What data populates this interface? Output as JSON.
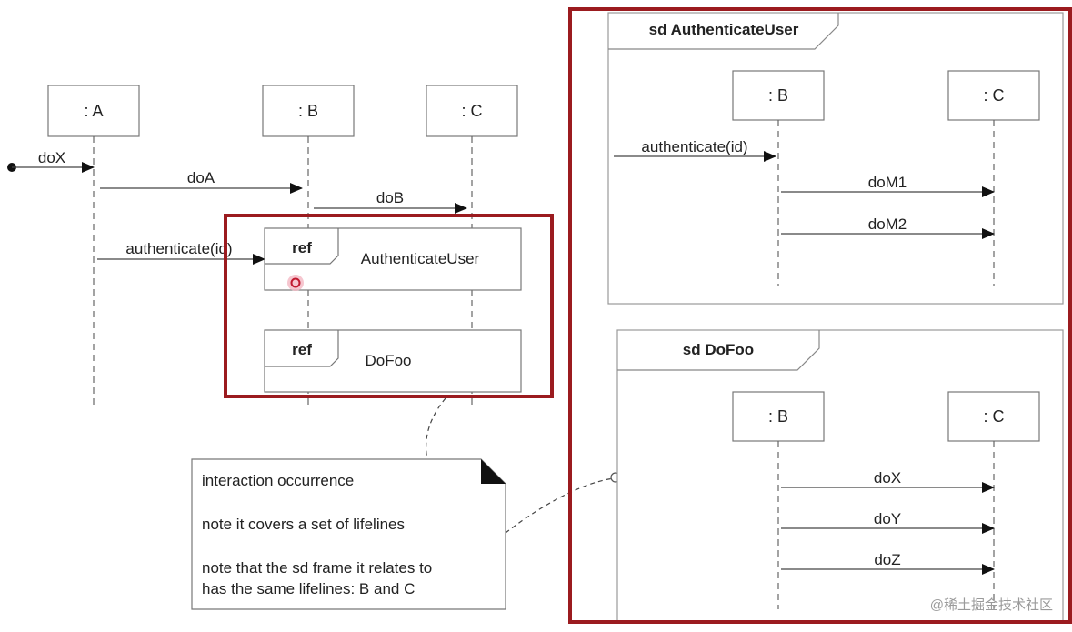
{
  "main_diagram": {
    "lifelines": [
      ": A",
      ": B",
      ": C"
    ],
    "messages": [
      {
        "label": "doX"
      },
      {
        "label": "doA"
      },
      {
        "label": "doB"
      },
      {
        "label": "authenticate(id)"
      }
    ],
    "refs": [
      {
        "tag": "ref",
        "name": "AuthenticateUser"
      },
      {
        "tag": "ref",
        "name": "DoFoo"
      }
    ]
  },
  "note": {
    "lines": [
      "interaction occurrence",
      "note it covers a set of lifelines",
      "note that the sd frame it relates to",
      "has the same lifelines: B and C"
    ]
  },
  "sd_authenticate": {
    "title": "sd AuthenticateUser",
    "lifelines": [
      ": B",
      ": C"
    ],
    "messages": [
      "authenticate(id)",
      "doM1",
      "doM2"
    ]
  },
  "sd_dofoo": {
    "title": "sd DoFoo",
    "lifelines": [
      ": B",
      ": C"
    ],
    "messages": [
      "doX",
      "doY",
      "doZ"
    ]
  },
  "watermark": "@稀土掘金技术社区",
  "colors": {
    "highlight": "#9b1b1f",
    "line": "#555555",
    "box": "#666666"
  }
}
